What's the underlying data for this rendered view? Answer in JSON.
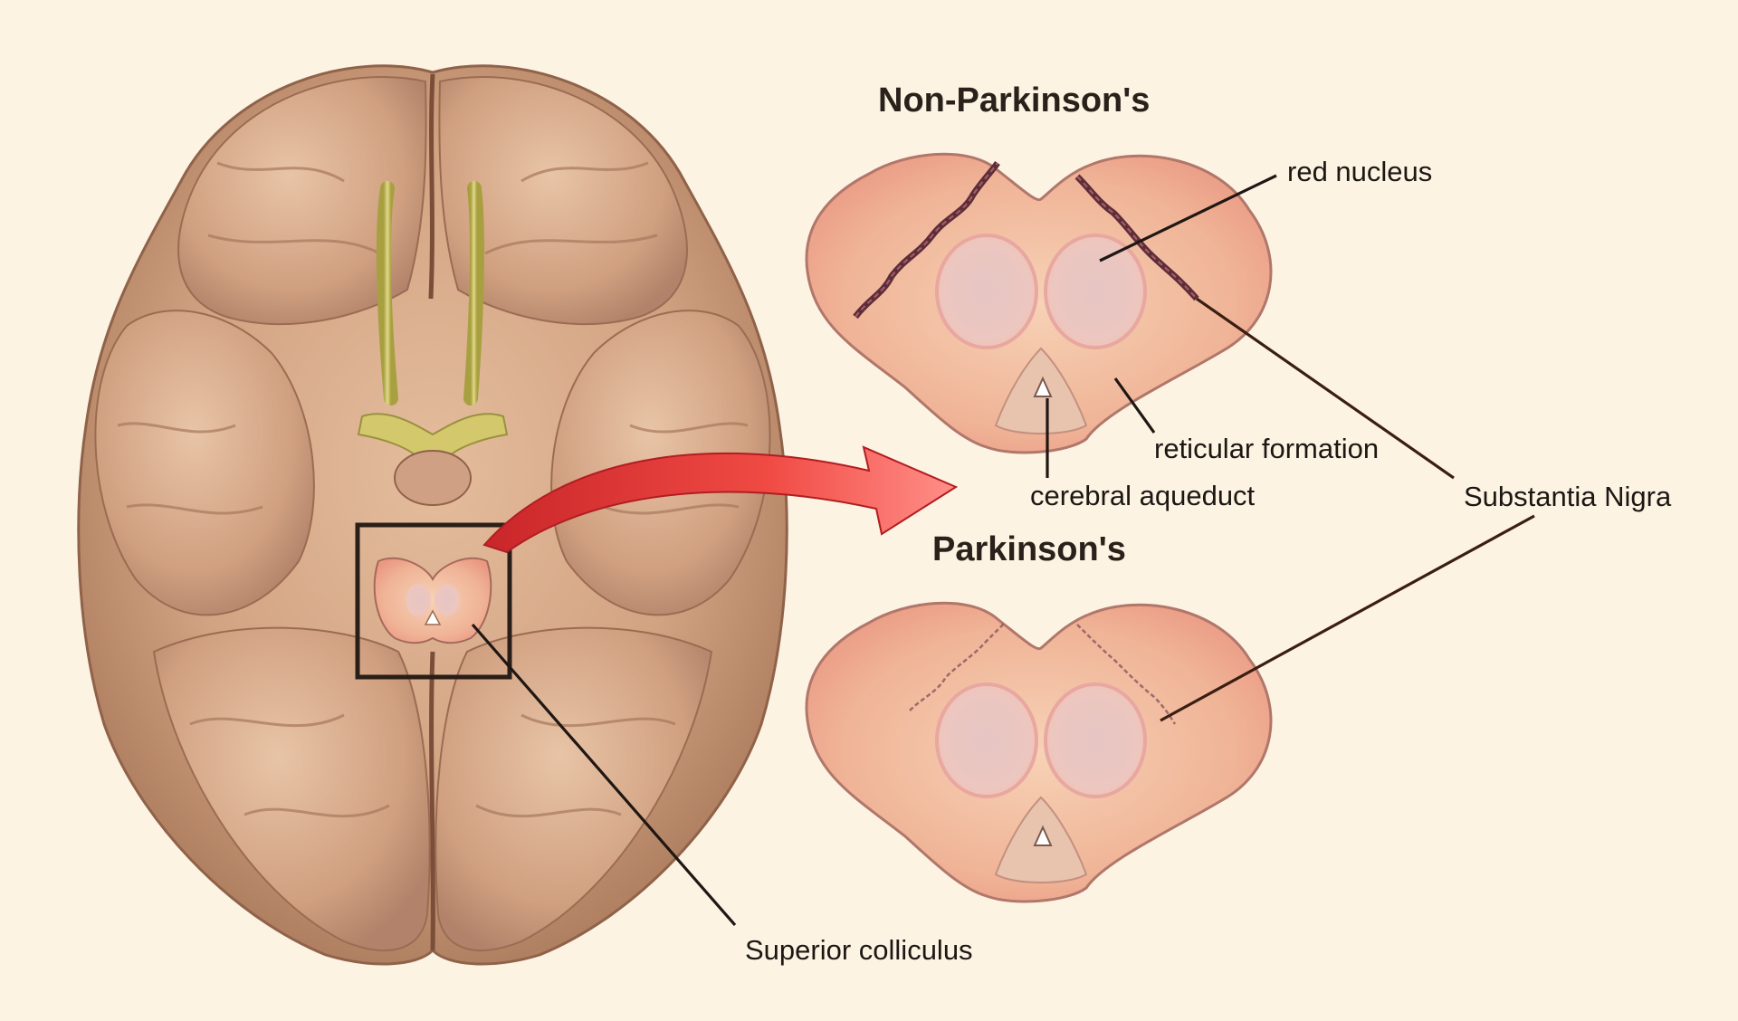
{
  "figure": {
    "headings": {
      "normal": "Non-Parkinson's",
      "disease": "Parkinson's"
    },
    "labels": {
      "red_nucleus": "red nucleus",
      "reticular_formation": "reticular formation",
      "cerebral_aqueduct": "cerebral aqueduct",
      "substantia_nigra": "Substantia Nigra",
      "superior_colliculus": "Superior colliculus"
    },
    "colors": {
      "background": "#fdf3e3",
      "brain_tissue": "#d7aa88",
      "midbrain_section": "#efab8f",
      "arrow": "#e8413b",
      "nerves": "#c9c25a"
    }
  }
}
